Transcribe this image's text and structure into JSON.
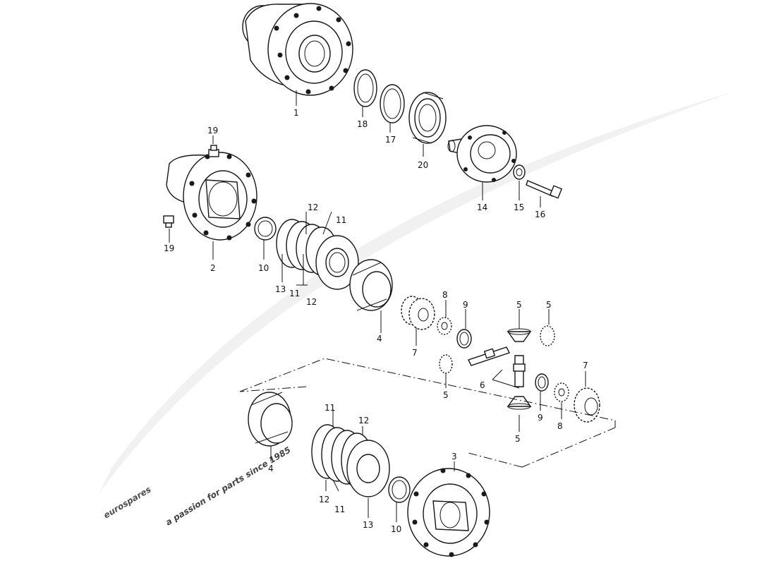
{
  "watermark": {
    "brand": "eurospares",
    "tagline": "a passion for parts since 1985",
    "brand_color": "#e6e6e6",
    "tagline_color": "#eef0a6"
  },
  "callouts": {
    "c1": "1",
    "c2": "2",
    "c3": "3",
    "c4a": "4",
    "c4b": "4",
    "c5a": "5",
    "c5b": "5",
    "c5c": "5",
    "c5d": "5",
    "c6": "6",
    "c7a": "7",
    "c7b": "7",
    "c8a": "8",
    "c8b": "8",
    "c9a": "9",
    "c9b": "9",
    "c10a": "10",
    "c10b": "10",
    "c11a": "11",
    "c11b": "11",
    "c11c": "11",
    "c11d": "11",
    "c12a": "12",
    "c12b": "12",
    "c12c": "12",
    "c12d": "12",
    "c13a": "13",
    "c13b": "13",
    "c14": "14",
    "c15": "15",
    "c16": "16",
    "c17": "17",
    "c18": "18",
    "c19a": "19",
    "c19b": "19",
    "c20": "20"
  }
}
